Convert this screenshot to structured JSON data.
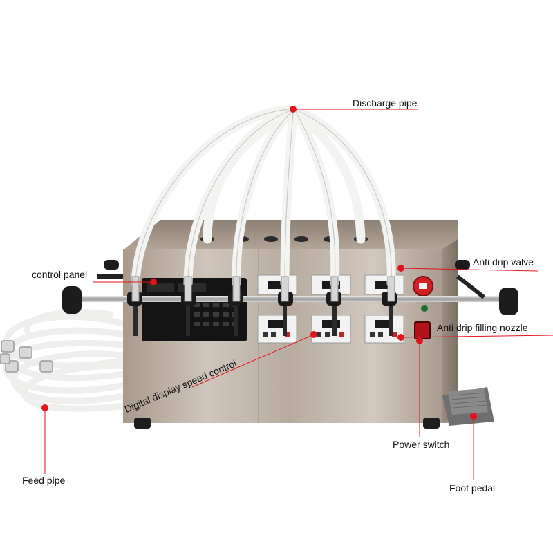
{
  "colors": {
    "callout": "#e0141b",
    "label_text": "#111111",
    "machine_steel": "#b9aea4",
    "tube": "#f4f4f2"
  },
  "labels": {
    "discharge_pipe": "Discharge pipe",
    "control_panel": "control panel",
    "anti_drip_valve": "Anti drip valve",
    "anti_drip_filling_nozzle": "Anti drip filling nozzle",
    "digital_display_speed_control": "Digital display speed control",
    "power_switch": "Power switch",
    "feed_pipe": "Feed pipe",
    "foot_pedal": "Foot pedal"
  }
}
